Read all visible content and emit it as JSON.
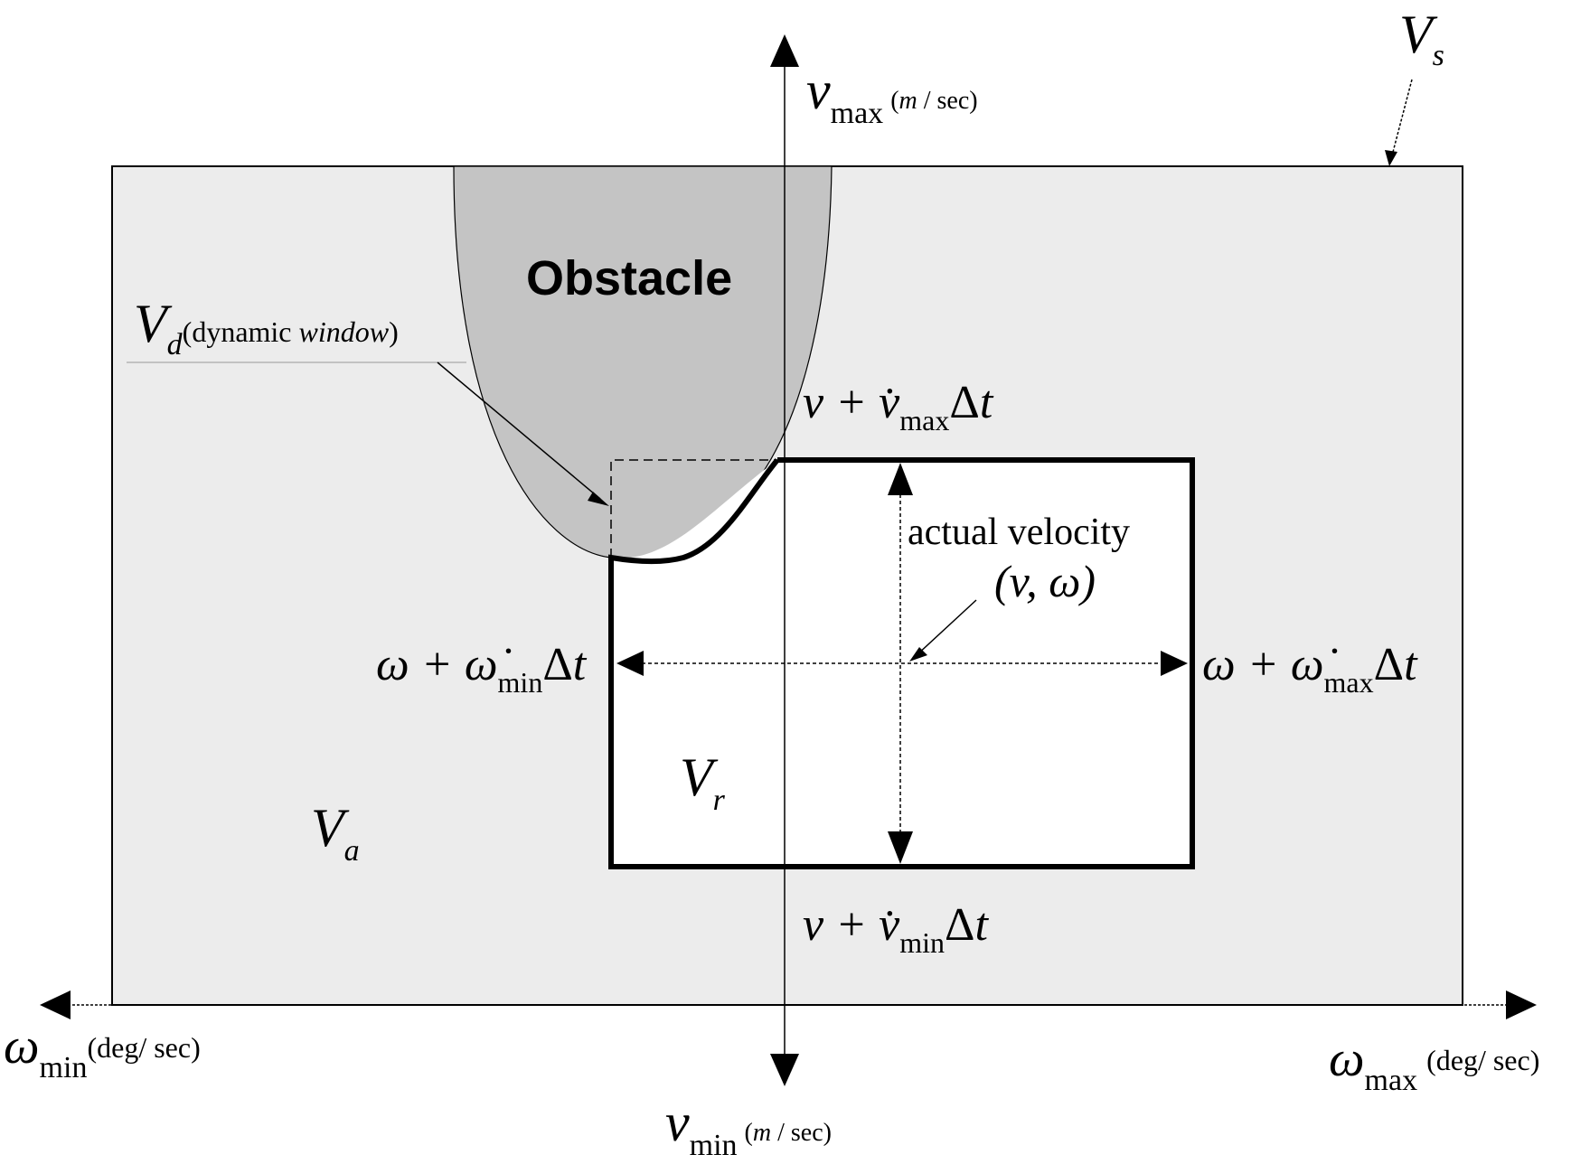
{
  "regions": {
    "vs": {
      "symbol": "V",
      "sub": "s"
    },
    "va": {
      "symbol": "V",
      "sub": "a"
    },
    "vr": {
      "symbol": "V",
      "sub": "r"
    },
    "vd": {
      "symbol": "V",
      "sub": "d",
      "text": "(dynamic ",
      "text_italic": "window",
      "text_end": ")"
    }
  },
  "obstacle_label": "Obstacle",
  "axes": {
    "v_max": {
      "symbol": "v",
      "sub": "max",
      "unit_open": "(",
      "unit_m": "m",
      "unit_rest": " / sec)"
    },
    "v_min": {
      "symbol": "v",
      "sub": "min",
      "unit_open": "(",
      "unit_m": "m",
      "unit_rest": " / sec)"
    },
    "w_min": {
      "symbol": "ω",
      "sub": "min",
      "unit": "(deg/ sec)"
    },
    "w_max": {
      "symbol": "ω",
      "sub": "max",
      "unit": "(deg/ sec)"
    }
  },
  "bounds": {
    "top": {
      "lead": "v + ",
      "sym": "v̇",
      "sub": "max",
      "tail": "Δ",
      "tail_i": "t"
    },
    "bottom": {
      "lead": "v + ",
      "sym": "v̇",
      "sub": "min",
      "tail": "Δ",
      "tail_i": "t"
    },
    "left": {
      "lead": "ω + ",
      "sym": "ω̇",
      "sub": "min",
      "tail": "Δ",
      "tail_i": "t"
    },
    "right": {
      "lead": "ω + ",
      "sym": "ω̇",
      "sub": "max",
      "tail": "Δ",
      "tail_i": "t"
    }
  },
  "actual_velocity": {
    "label": "actual velocity",
    "pair": "(v, ω)"
  },
  "colors": {
    "vs_fill": "#ececec",
    "obstacle_fill": "#c4c4c4",
    "vr_fill": "#ffffff",
    "ink": "#000000"
  }
}
